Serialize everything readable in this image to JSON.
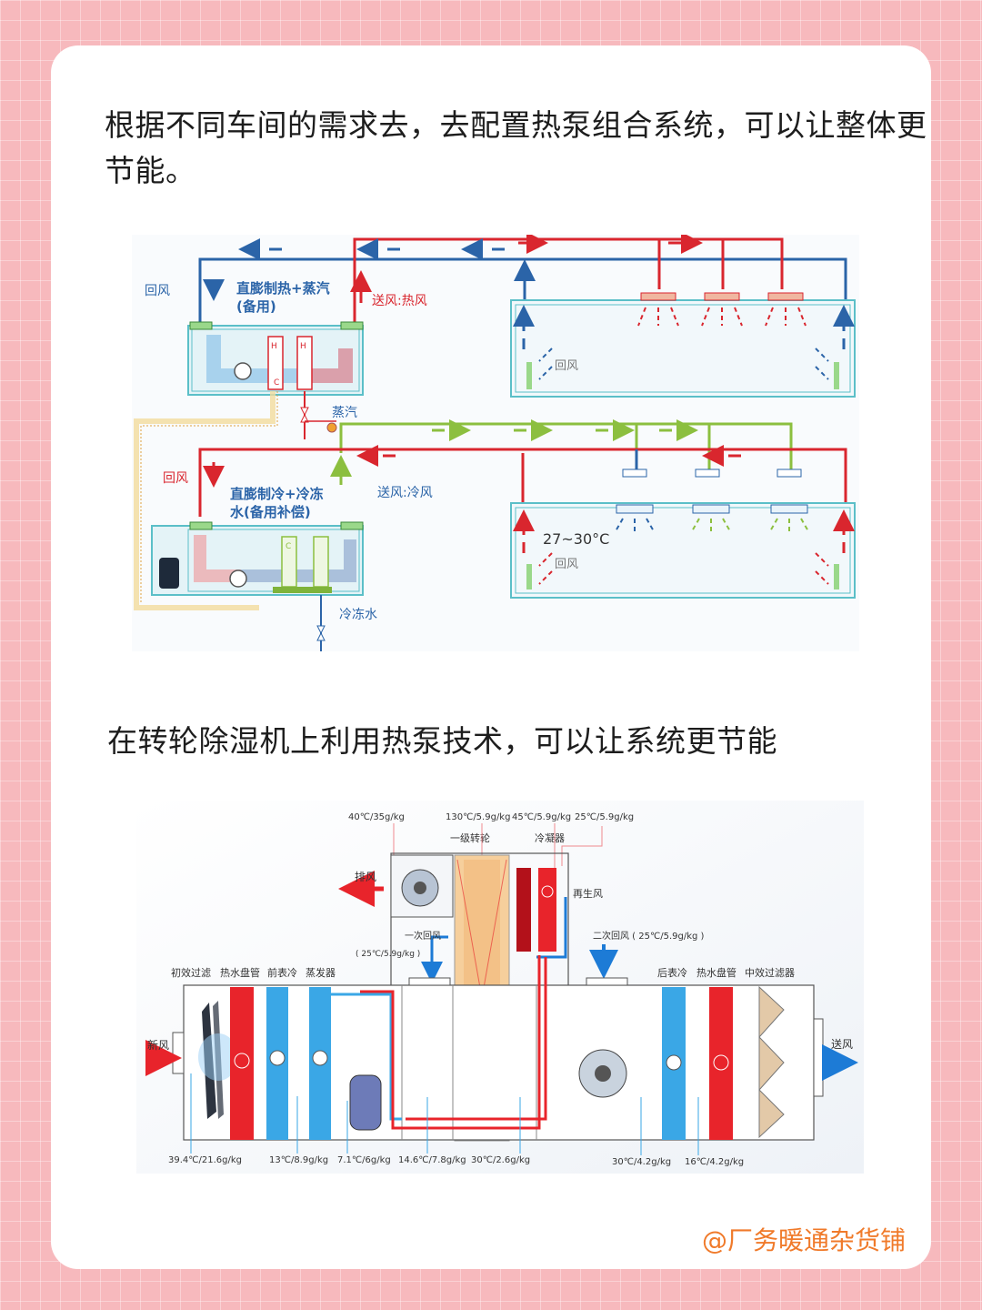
{
  "heading1": "根据不同车间的需求去，去配置热泵组合系统，可以让整体更节能。",
  "heading2": "在转轮除湿机上利用热泵技术，可以让系统更节能",
  "credit": "@厂务暖通杂货铺",
  "diagram1": {
    "top_unit": {
      "title_line1": "直膨制热+蒸汽",
      "title_line2": "(备用)",
      "return_air": "回风",
      "supply_air": "送风:热风",
      "steam": "蒸汽",
      "coil_h": "H",
      "coil_c": "C"
    },
    "top_room": {
      "return_air": "回风"
    },
    "bottom_unit": {
      "title_line1": "直膨制冷+冷冻",
      "title_line2": "水(备用补偿)",
      "return_air": "回风",
      "supply_air": "送风:冷风",
      "chilled_water": "冷冻水",
      "coil_c": "C"
    },
    "bottom_room": {
      "temperature": "27~30°C",
      "return_air": "回风"
    },
    "colors": {
      "hot": "#d9262e",
      "cold": "#2b64a8",
      "green": "#8cbf3f",
      "duct": "#5bbfc8"
    }
  },
  "diagram2": {
    "top_labels": {
      "t1": "40℃/35g/kg",
      "t2": "130℃/5.9g/kg",
      "t3": "45℃/5.9g/kg",
      "t4": "25℃/5.9g/kg",
      "wheel": "一级转轮",
      "condenser": "冷凝器",
      "exhaust": "排风",
      "regen": "再生风",
      "primary_return": "一次回风",
      "primary_return_state": "( 25℃/5.9g/kg )",
      "secondary_return": "二次回风 ( 25℃/5.9g/kg )"
    },
    "component_labels": {
      "prefilter": "初效过滤",
      "hot_coil": "热水盘管",
      "pre_cool": "前表冷",
      "evaporator": "蒸发器",
      "post_cool": "后表冷",
      "hot_coil2": "热水盘管",
      "mid_filter": "中效过滤器",
      "fresh_air": "新风",
      "supply_air": "送风"
    },
    "states": [
      "39.4℃/21.6g/kg",
      "13℃/8.9g/kg",
      "7.1℃/6g/kg",
      "14.6℃/7.8g/kg",
      "30℃/2.6g/kg",
      "30℃/4.2g/kg",
      "16℃/4.2g/kg"
    ],
    "colors": {
      "red": "#e8242b",
      "blue": "#3aa7e6",
      "wheel": "#f6cf9c"
    }
  }
}
